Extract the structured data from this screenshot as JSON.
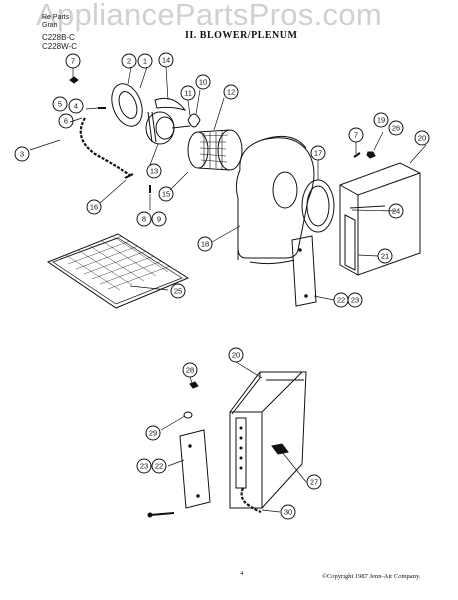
{
  "watermark": "AppliancePartsPros.com",
  "header": {
    "line1": "Re Parts",
    "line2": "Gran",
    "line3": "C228B-C",
    "line4": "C228W-C"
  },
  "title": "II. BLOWER/PLENUM",
  "callouts": [
    "7",
    "2",
    "1",
    "14",
    "10",
    "11",
    "12",
    "5",
    "4",
    "6",
    "3",
    "13",
    "16",
    "15",
    "8",
    "9",
    "7",
    "19",
    "26",
    "20",
    "17",
    "24",
    "18",
    "21",
    "25",
    "22",
    "23",
    "20",
    "28",
    "29",
    "23",
    "22",
    "27",
    "30"
  ],
  "footer": {
    "page": "4",
    "copyright": "©Copyright 1987 Jenn-Air Company."
  }
}
